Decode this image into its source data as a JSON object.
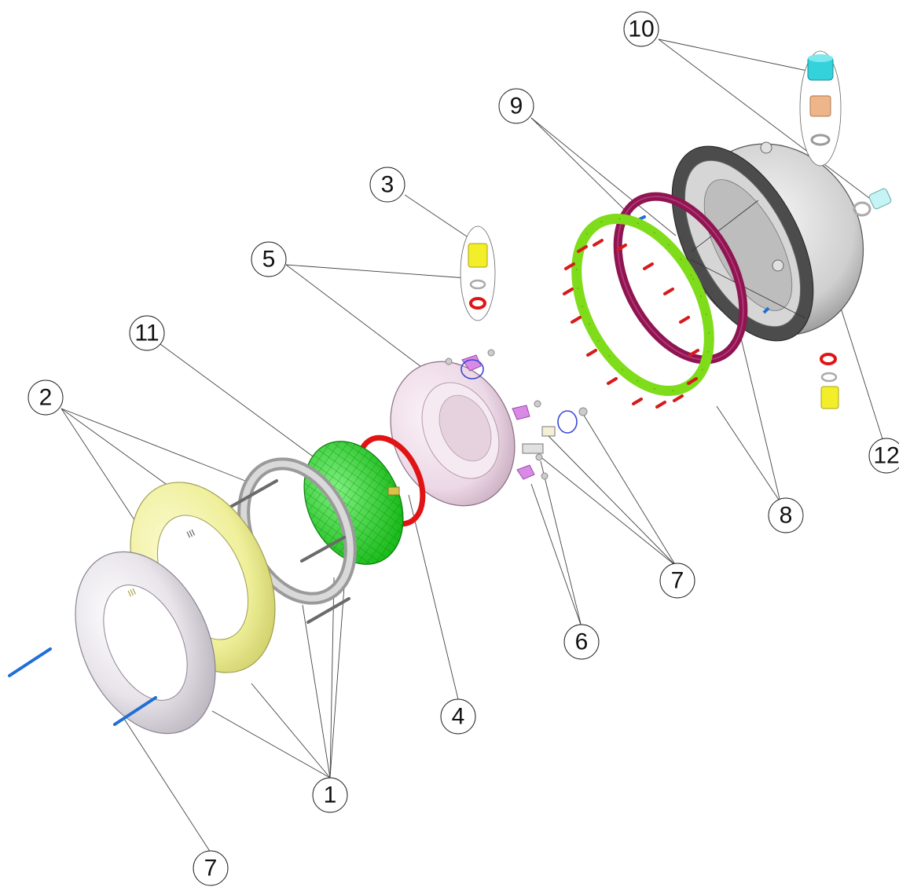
{
  "callouts": {
    "c1": "1",
    "c2": "2",
    "c3": "3",
    "c4": "4",
    "c5": "5",
    "c6": "6",
    "c7a": "7",
    "c7b": "7",
    "c8": "8",
    "c9": "9",
    "c10": "10",
    "c11": "11",
    "c12": "12"
  },
  "colors": {
    "gasket_green": "#7fdc1a",
    "gasket_purple": "#8e1550",
    "lens_green": "#2edb2e",
    "oring_red": "#e01414",
    "screw_blue": "#1f6fd6",
    "screw_red": "#d61b1b",
    "trim_yellow": "#f2f2a0",
    "trim_grey": "#dedbe0",
    "body_pink": "#eeddea",
    "niche_grey": "#7a7a7a",
    "bracket_violet": "#d98ae6",
    "cap_cyan": "#34d3dc",
    "fitting_yellow": "#f3ee2a",
    "fitting_copper": "#eeb48a"
  },
  "icons": [
    "screw-icon",
    "o-ring-icon",
    "cable-gland-icon",
    "bolt-icon"
  ]
}
